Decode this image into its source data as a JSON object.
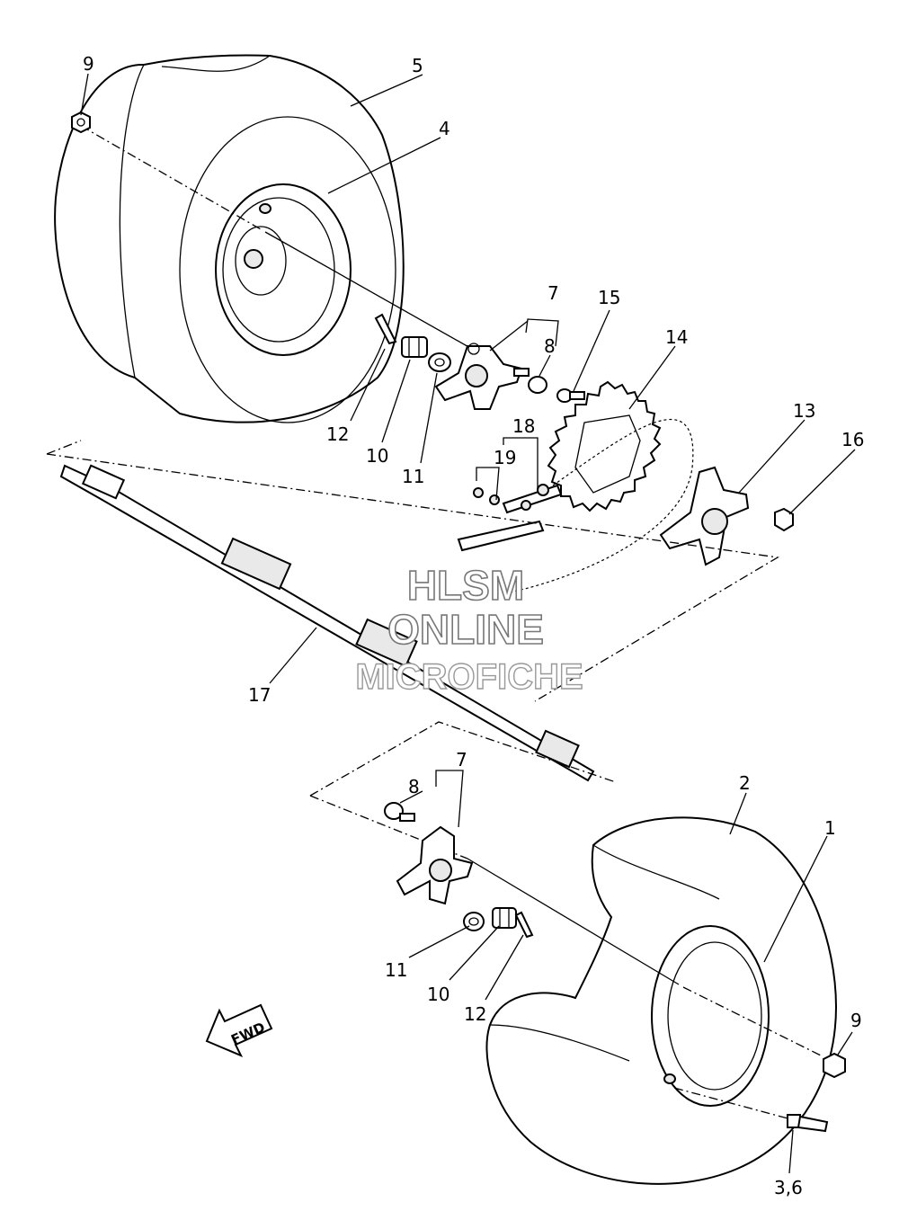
{
  "watermark": {
    "line1": "HLSM",
    "line2": "ONLINE",
    "line3": "MICROFICHE"
  },
  "direction_arrow": {
    "label": "FWD",
    "icon": "fwd-arrow-icon"
  },
  "callouts": {
    "c1": "1",
    "c2": "2",
    "c3_6": "3,6",
    "c4": "4",
    "c5": "5",
    "c7_top": "7",
    "c7_bottom": "7",
    "c8_top": "8",
    "c8_bottom": "8",
    "c9_top": "9",
    "c9_bottom": "9",
    "c10_top": "10",
    "c10_bottom": "10",
    "c11_top": "11",
    "c11_bottom": "11",
    "c12_top": "12",
    "c12_bottom": "12",
    "c13": "13",
    "c14": "14",
    "c15": "15",
    "c16": "16",
    "c17": "17",
    "c18": "18",
    "c19": "19"
  }
}
